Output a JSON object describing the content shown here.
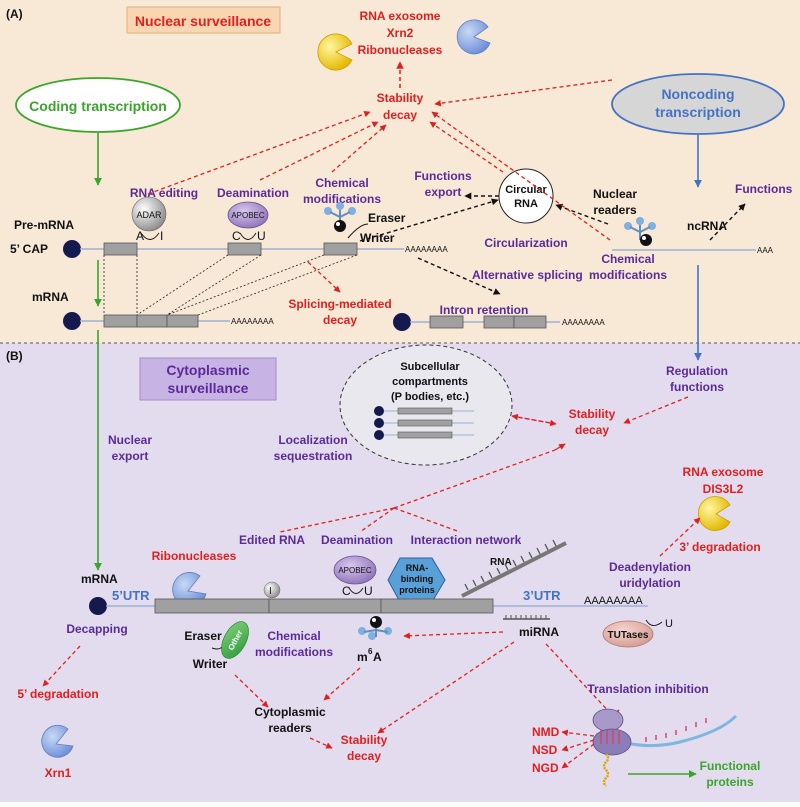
{
  "panel_a": {
    "label": "(A)",
    "title": "Nuclear surveillance",
    "exosome": [
      "RNA exosome",
      "Xrn2",
      "Ribonucleases"
    ],
    "stability": [
      "Stability",
      "decay"
    ],
    "coding": "Coding transcription",
    "noncoding": [
      "Noncoding",
      "transcription"
    ],
    "rna_editing": "RNA editing",
    "adar": "ADAR",
    "deamination": "Deamination",
    "apobec": "APOBEC",
    "chem_mod": [
      "Chemical",
      "modifications"
    ],
    "eraser": "Eraser",
    "writer": "Writer",
    "functions_export": [
      "Functions",
      "export"
    ],
    "circular_rna": [
      "Circular",
      "RNA"
    ],
    "circularization": "Circularization",
    "nuclear_readers": [
      "Nuclear",
      "readers"
    ],
    "ncrna": "ncRNA",
    "functions": "Functions",
    "chem_mod2": [
      "Chemical",
      "modifications"
    ],
    "pre_mrna": "Pre-mRNA",
    "cap": "5’ CAP",
    "letter_a": "A",
    "letter_i": "I",
    "letter_c": "C",
    "letter_u": "U",
    "polya_long": "AAAAAAAA",
    "polya_short": "AAA",
    "mrna": "mRNA",
    "alt_splicing": "Alternative splicing",
    "splicing_decay": [
      "Splicing-mediated",
      "decay"
    ],
    "intron_retention": "Intron retention"
  },
  "panel_b": {
    "label": "(B)",
    "title": [
      "Cytoplasmic",
      "surveillance"
    ],
    "subcellular": [
      "Subcellular",
      "compartments",
      "(P bodies, etc.)"
    ],
    "stability": [
      "Stability",
      "decay"
    ],
    "regulation": [
      "Regulation",
      "functions"
    ],
    "nuclear_export": [
      "Nuclear",
      "export"
    ],
    "localization": [
      "Localization",
      "sequestration"
    ],
    "exosome2": [
      "RNA exosome",
      "DIS3L2"
    ],
    "degr3": "3’ degradation",
    "edited_rna": "Edited RNA",
    "deamination": "Deamination",
    "interaction": "Interaction network",
    "ribonucleases": "Ribonucleases",
    "rna": "RNA",
    "apobec": "APOBEC",
    "rbp": [
      "RNA-",
      "binding",
      "proteins"
    ],
    "mrna": "mRNA",
    "utr5": "5’UTR",
    "utr3": "3’UTR",
    "polya": "AAAAAAAA",
    "letter_i": "I",
    "letter_c": "C",
    "letter_u": "U",
    "deadenylation": [
      "Deadenylation",
      "uridylation"
    ],
    "decapping": "Decapping",
    "eraser": "Eraser",
    "other": "Other",
    "writer": "Writer",
    "chem_mod": [
      "Chemical",
      "modifications"
    ],
    "m6a": "m",
    "m6a_sup": "6",
    "m6a_end": "A",
    "mirna": "miRNA",
    "tutases": "TUTases",
    "tut_u": "U",
    "translation_inhibition": "Translation inhibition",
    "degr5": "5’ degradation",
    "cyto_readers": [
      "Cytoplasmic",
      "readers"
    ],
    "stability2": [
      "Stability",
      "decay"
    ],
    "xrn1": "Xrn1",
    "nmd": "NMD",
    "nsd": "NSD",
    "ngd": "NGD",
    "functional": [
      "Functional",
      "proteins"
    ]
  }
}
